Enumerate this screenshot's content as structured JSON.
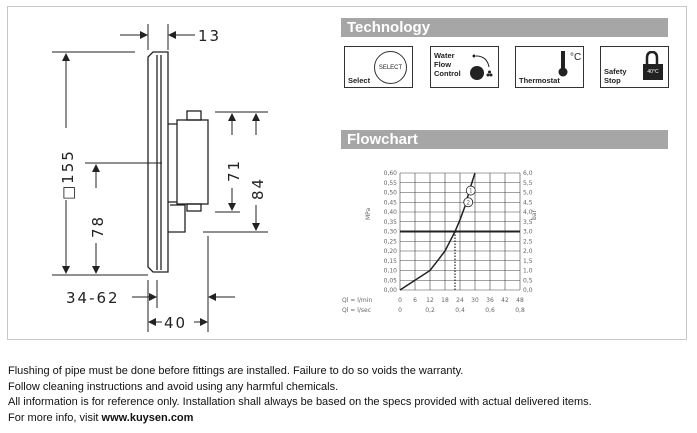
{
  "drawing": {
    "dimensions": {
      "top_depth": "13",
      "overall_height": "□155",
      "center_height": "78",
      "body_height_inner": "71",
      "body_height_outer": "84",
      "wall_range": "34-62",
      "body_depth": "40"
    }
  },
  "technology": {
    "title": "Technology",
    "tiles": [
      {
        "label": "Select",
        "icon": "select-button-icon",
        "icon_text": "SELECT"
      },
      {
        "label": "Water Flow Control",
        "lines": [
          "Water",
          "Flow",
          "Control"
        ],
        "icon": "flow-control-icon"
      },
      {
        "label": "Thermostat",
        "icon": "thermometer-icon",
        "icon_text": "°C"
      },
      {
        "label": "Safety Stop",
        "lines": [
          "Safety",
          "Stop"
        ],
        "icon": "padlock-icon",
        "icon_text": "40°C"
      }
    ]
  },
  "flowchart": {
    "title": "Flowchart"
  },
  "chart_data": {
    "type": "line",
    "title": "",
    "xlabel_rows": [
      {
        "label": "Ql = l/min",
        "ticks": [
          "0",
          "6",
          "12",
          "18",
          "24",
          "30",
          "36",
          "42",
          "48"
        ]
      },
      {
        "label": "Ql = l/sec",
        "ticks": [
          "0",
          "0,2",
          "0,4",
          "0,6",
          "0,8"
        ]
      }
    ],
    "ylabel_left": "MPa",
    "ylabel_right": "bar",
    "left_ticks": [
      "0,00",
      "0,05",
      "0,10",
      "0,15",
      "0,20",
      "0,25",
      "0,30",
      "0,35",
      "0,40",
      "0,45",
      "0,50",
      "0,55",
      "0,60"
    ],
    "right_ticks": [
      "0,0",
      "0,5",
      "1,0",
      "1,5",
      "2,0",
      "2,5",
      "3,0",
      "3,5",
      "4,0",
      "4,5",
      "5,0",
      "5,5",
      "6,0"
    ],
    "xlim": [
      0,
      48
    ],
    "ylim": [
      0,
      0.6
    ],
    "grid": true,
    "reference_line": {
      "y": 0.3,
      "x_at": 22
    },
    "series": [
      {
        "name": "curve",
        "x": [
          0,
          6,
          12,
          15,
          18,
          20,
          22,
          24,
          26,
          28,
          30
        ],
        "y": [
          0.0,
          0.05,
          0.1,
          0.15,
          0.2,
          0.25,
          0.3,
          0.36,
          0.43,
          0.52,
          0.6
        ]
      }
    ],
    "markers": [
      {
        "label": "1",
        "x": 27.5,
        "y": 0.51
      },
      {
        "label": "2",
        "x": 26.5,
        "y": 0.45
      }
    ]
  },
  "notes": {
    "line1": "Flushing of pipe must be done before fittings are installed. Failure to do so voids the warranty.",
    "line2": "Follow cleaning instructions and avoid using any harmful chemicals.",
    "line3": "All information is for reference only. Installation shall always be based on the specs provided with actual delivered items.",
    "line4_prefix": "For more info, visit ",
    "line4_link": "www.kuysen.com"
  }
}
